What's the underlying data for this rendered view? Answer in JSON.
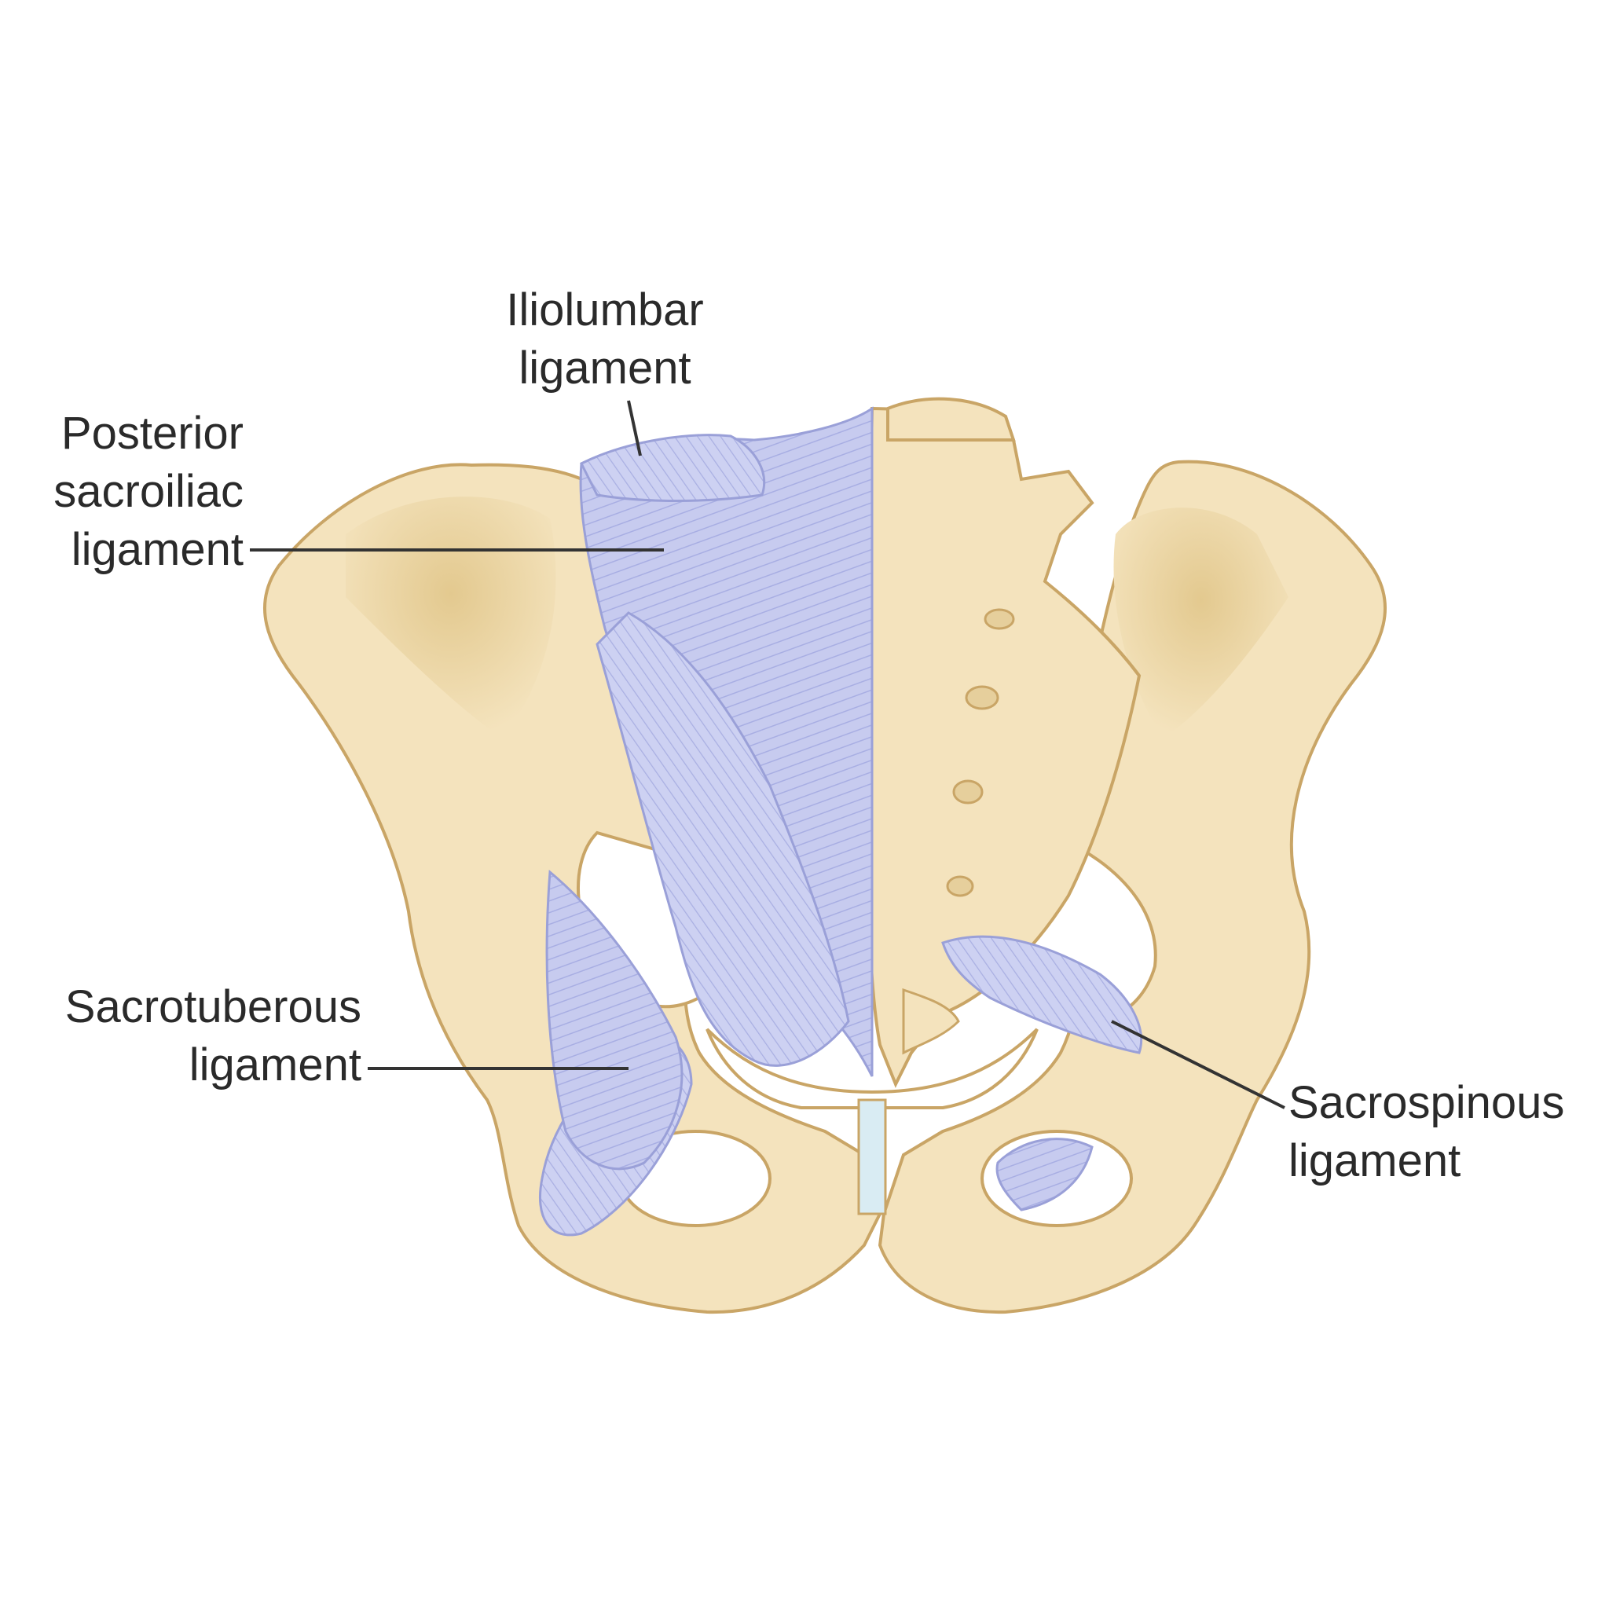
{
  "labels": {
    "iliolumbar": {
      "line1": "Iliolumbar",
      "line2": "ligament"
    },
    "posterior_sacroiliac": {
      "line1": "Posterior",
      "line2": "sacroiliac",
      "line3": "ligament"
    },
    "sacrotuberous": {
      "line1": "Sacrotuberous",
      "line2": "ligament"
    },
    "sacrospinous": {
      "line1": "Sacrospinous",
      "line2": "ligament"
    }
  },
  "colors": {
    "bone_fill": "#f4e3bd",
    "bone_shade": "#e6cf9c",
    "bone_outline": "#c9a566",
    "ligament_fill": "#c7cbef",
    "ligament_stroke": "#9aa0d8",
    "leader_line": "#333333",
    "label_text": "#2a2a2a"
  }
}
